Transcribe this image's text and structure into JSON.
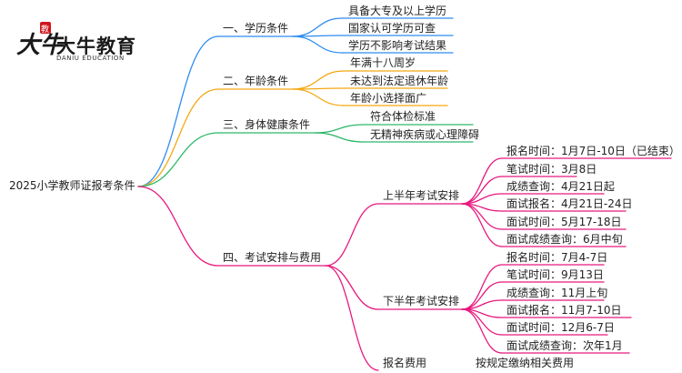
{
  "logo": {
    "name_cn": "大牛教育",
    "name_en": "DANIU EDUCATION",
    "mark_text": "大牛",
    "seal_text": "教",
    "mark_color": "#1a1a1a",
    "seal_color": "#d0161b"
  },
  "root": {
    "label": "2025小学教师证报考条件"
  },
  "colors": {
    "edu": "#2f8cf0",
    "age": "#f3a812",
    "health": "#2fb86a",
    "exam": "#e8197f"
  },
  "branches": [
    {
      "label": "一、学历条件",
      "items": [
        "具备大专及以上学历",
        "国家认可学历可查",
        "学历不影响考试结果"
      ]
    },
    {
      "label": "二、年龄条件",
      "items": [
        "年满十八周岁",
        "未达到法定退休年龄",
        "年龄小选择面广"
      ]
    },
    {
      "label": "三、身体健康条件",
      "items": [
        "符合体检标准",
        "无精神疾病或心理障碍"
      ]
    },
    {
      "label": "四、考试安排与费用",
      "groups": [
        {
          "label": "上半年考试安排",
          "items": [
            "报名时间：1月7日-10日（已结束）",
            "笔试时间：3月8日",
            "成绩查询：4月21日起",
            "面试报名：4月21日-24日",
            "面试时间：5月17-18日",
            "面试成绩查询：6月中旬"
          ]
        },
        {
          "label": "下半年考试安排",
          "items": [
            "报名时间：7月4-7日",
            "笔试时间：9月13日",
            "成绩查询：11月上旬",
            "面试报名：11月7-10日",
            "面试时间：12月6-7日",
            "面试成绩查询：次年1月"
          ]
        },
        {
          "label": "报名费用",
          "items": [
            "按规定缴纳相关费用"
          ]
        }
      ]
    }
  ]
}
